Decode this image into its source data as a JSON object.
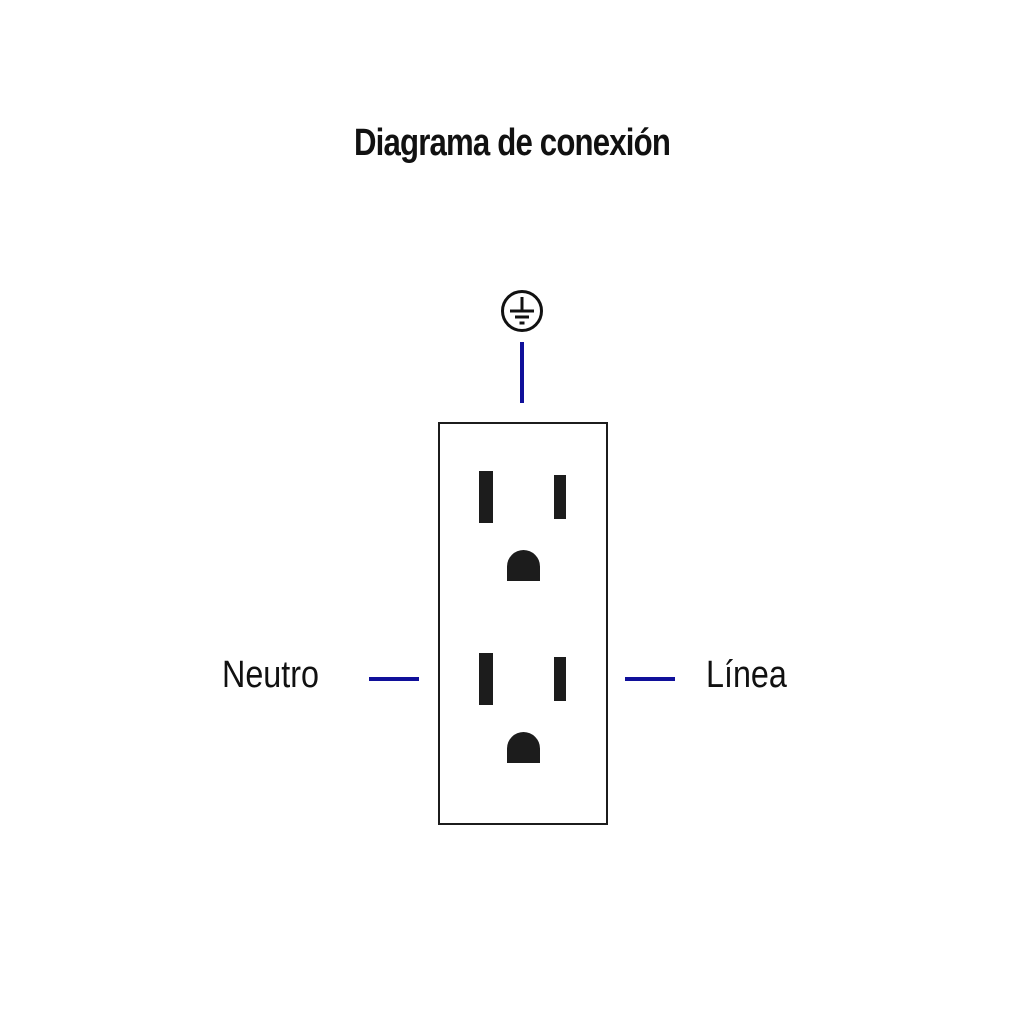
{
  "title": "Diagrama de conexión",
  "labels": {
    "neutral": "Neutro",
    "line": "Línea"
  },
  "symbols": {
    "ground": "ground-symbol"
  },
  "colors": {
    "wire": "#10109a",
    "outline": "#1c1c1c",
    "text": "#111111",
    "background": "#ffffff"
  },
  "outlet": {
    "type": "duplex receptacle",
    "receptacles": 2
  }
}
